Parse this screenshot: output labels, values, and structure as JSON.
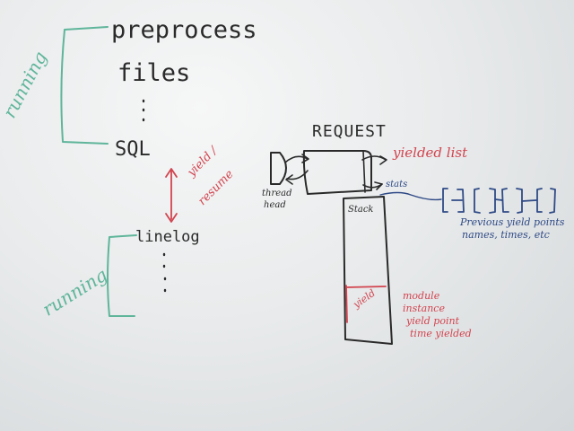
{
  "whiteboard": {
    "left_column": {
      "top_group": [
        "preprocess",
        "files",
        "SQL"
      ],
      "bottom_group": [
        "linelog"
      ],
      "running_label_top": "running",
      "running_label_bottom": "running",
      "yield_resume": [
        "yield /",
        "resume"
      ]
    },
    "request": {
      "title": "REQUEST",
      "thread_head": [
        "thread",
        "head"
      ],
      "yielded_list": "yielded list",
      "stats": "stats",
      "stack": "Stack",
      "yield": "yield",
      "stack_note": [
        "module",
        "instance",
        "yield point",
        "time yielded"
      ]
    },
    "previous": [
      "Previous yield points",
      "names, times, etc"
    ]
  },
  "colors": {
    "black_marker": "#2a2a2a",
    "red_marker": "#d2444f",
    "green_marker": "#5fb59a",
    "blue_marker": "#2f4a86",
    "board": "#eceeef"
  }
}
